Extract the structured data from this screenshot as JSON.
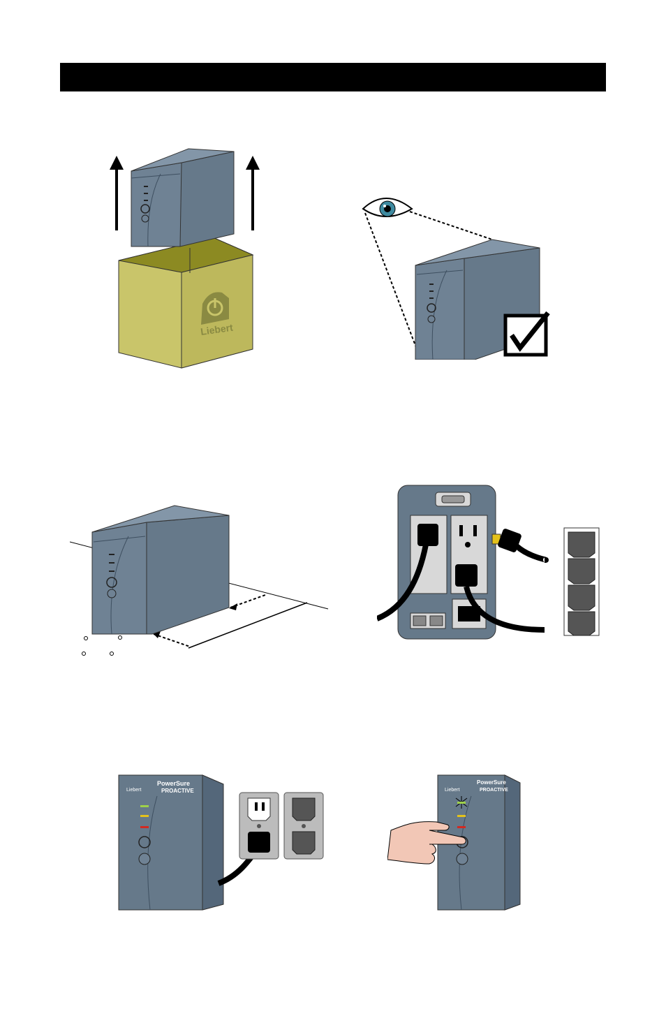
{
  "page": {
    "header_text": ""
  },
  "brand": {
    "logo_text": "Liebert",
    "product_line_1": "PowerSure",
    "product_line_2": "PROACTIVE",
    "colors": {
      "ups_body": "#66798a",
      "ups_side": "#54677a",
      "box_front": "#c9c56a",
      "box_top": "#8c8a22",
      "eye_iris": "#3e8aa0",
      "led_green": "#9fd14a",
      "led_yellow": "#e4c21b",
      "led_red": "#d12a22",
      "outlet_plate": "#bcbcbc",
      "hand": "#f2c7b6"
    }
  },
  "steps": [
    {
      "id": "unpack",
      "icon": "lift-from-box-illustration"
    },
    {
      "id": "inspect",
      "icon": "eye-inspect-illustration"
    },
    {
      "id": "placement",
      "icon": "clearance-illustration"
    },
    {
      "id": "connect-equipment",
      "icon": "rear-panel-illustration"
    },
    {
      "id": "plug-in",
      "icon": "wall-outlet-illustration"
    },
    {
      "id": "power-on",
      "icon": "power-button-illustration"
    }
  ]
}
